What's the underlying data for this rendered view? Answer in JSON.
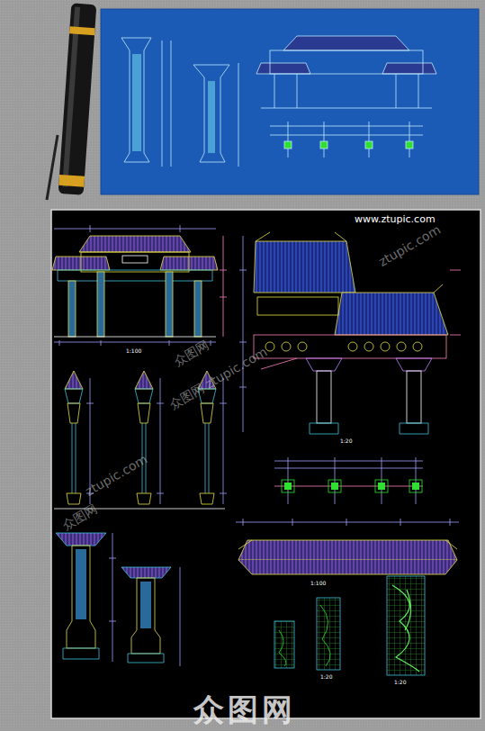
{
  "diagram": {
    "labels": [
      "www.ztupic.com",
      "ztupic.com",
      "众图网",
      "众图网 ztupic.com",
      "ztupic.com",
      "众图网",
      "1:100",
      "1:20",
      "1:100",
      "1:20",
      "1:20",
      "众图网"
    ]
  }
}
